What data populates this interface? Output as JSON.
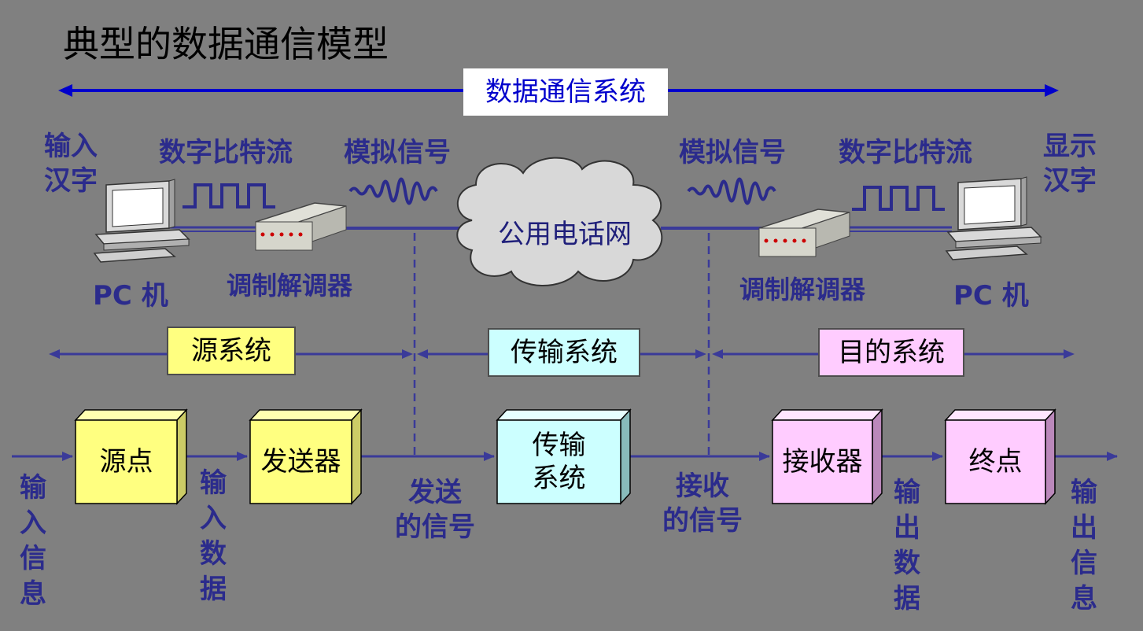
{
  "title": "典型的数据通信模型",
  "system_label": "数据通信系统",
  "top": {
    "input_chars": "输入\n汉字",
    "output_chars": "显示\n汉字",
    "bitstream_left": "数字比特流",
    "bitstream_right": "数字比特流",
    "analog_left": "模拟信号",
    "analog_right": "模拟信号",
    "pc_left": "PC 机",
    "pc_right": "PC 机",
    "modem_left": "调制解调器",
    "modem_right": "调制解调器",
    "network": "公用电话网"
  },
  "subsystems": {
    "source": "源系统",
    "transmission": "传输系统",
    "destination": "目的系统"
  },
  "blocks": {
    "source_point": "源点",
    "transmitter": "发送器",
    "transmission": "传输\n系统",
    "receiver": "接收器",
    "destination_point": "终点"
  },
  "flow_labels": {
    "input_info": "输入信息",
    "input_data": "输入数据",
    "sent_signal": "发送\n的信号",
    "received_signal": "接收\n的信号",
    "output_data": "输出数据",
    "output_info": "输出信息"
  },
  "colors": {
    "background": "#808080",
    "arrow_blue": "#0000cc",
    "line_navy": "#3a3a99",
    "label_navy": "#2b2b8c",
    "source_yellow": "#ffff80",
    "transmission_cyan": "#ccffff",
    "destination_pink": "#ffccff"
  }
}
